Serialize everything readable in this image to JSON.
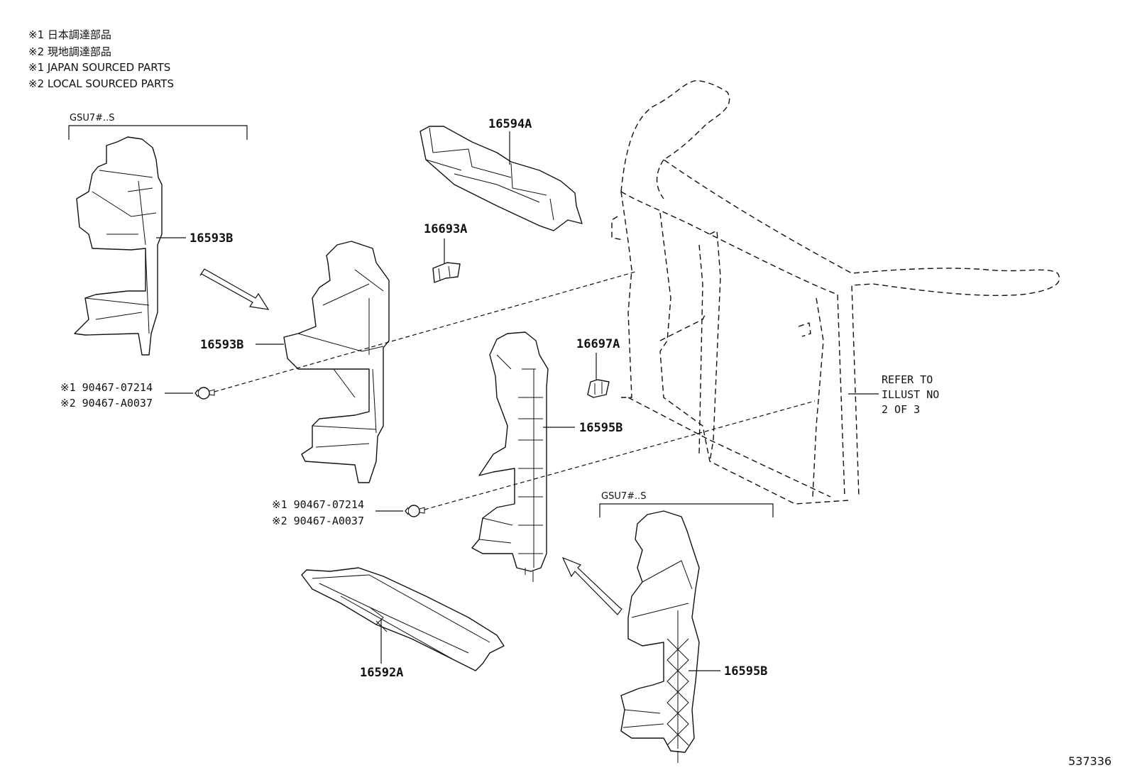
{
  "notes": [
    "※1 日本調達部品",
    "※2 現地調達部品",
    "※1 JAPAN SOURCED PARTS",
    "※2 LOCAL SOURCED PARTS"
  ],
  "groups": {
    "top_left": "GSU7#..S",
    "bottom_right": "GSU7#..S"
  },
  "parts": {
    "p16593b_a": "16593B",
    "p16593b_b": "16593B",
    "p16594a": "16594A",
    "p16693a": "16693A",
    "p16697a": "16697A",
    "p16595b_a": "16595B",
    "p16595b_b": "16595B",
    "p16592a": "16592A"
  },
  "clips": {
    "upper_1": "※1 90467-07214",
    "upper_2": "※2 90467-A0037",
    "lower_1": "※1 90467-07214",
    "lower_2": "※2 90467-A0037"
  },
  "refer": [
    "REFER TO",
    "ILLUST NO",
    "2 OF 3"
  ],
  "diagram_id": "537336"
}
